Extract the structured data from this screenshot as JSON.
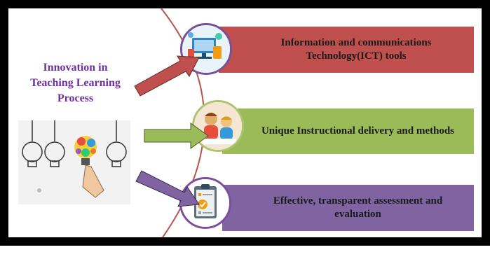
{
  "diagram": {
    "center_title": "Innovation in Teaching Learning Process",
    "items": [
      {
        "label": "Information and communications Technology(ICT) tools",
        "color": "#c0504d",
        "icon": "ict-devices-icon"
      },
      {
        "label": "Unique Instructional delivery and methods",
        "color": "#9bbb59",
        "icon": "classroom-children-icon"
      },
      {
        "label": "Effective, transparent  assessment and evaluation",
        "color": "#8064a2",
        "icon": "clipboard-checklist-icon"
      }
    ],
    "arc_color": "#b5564f",
    "title_color": "#7030a0"
  }
}
